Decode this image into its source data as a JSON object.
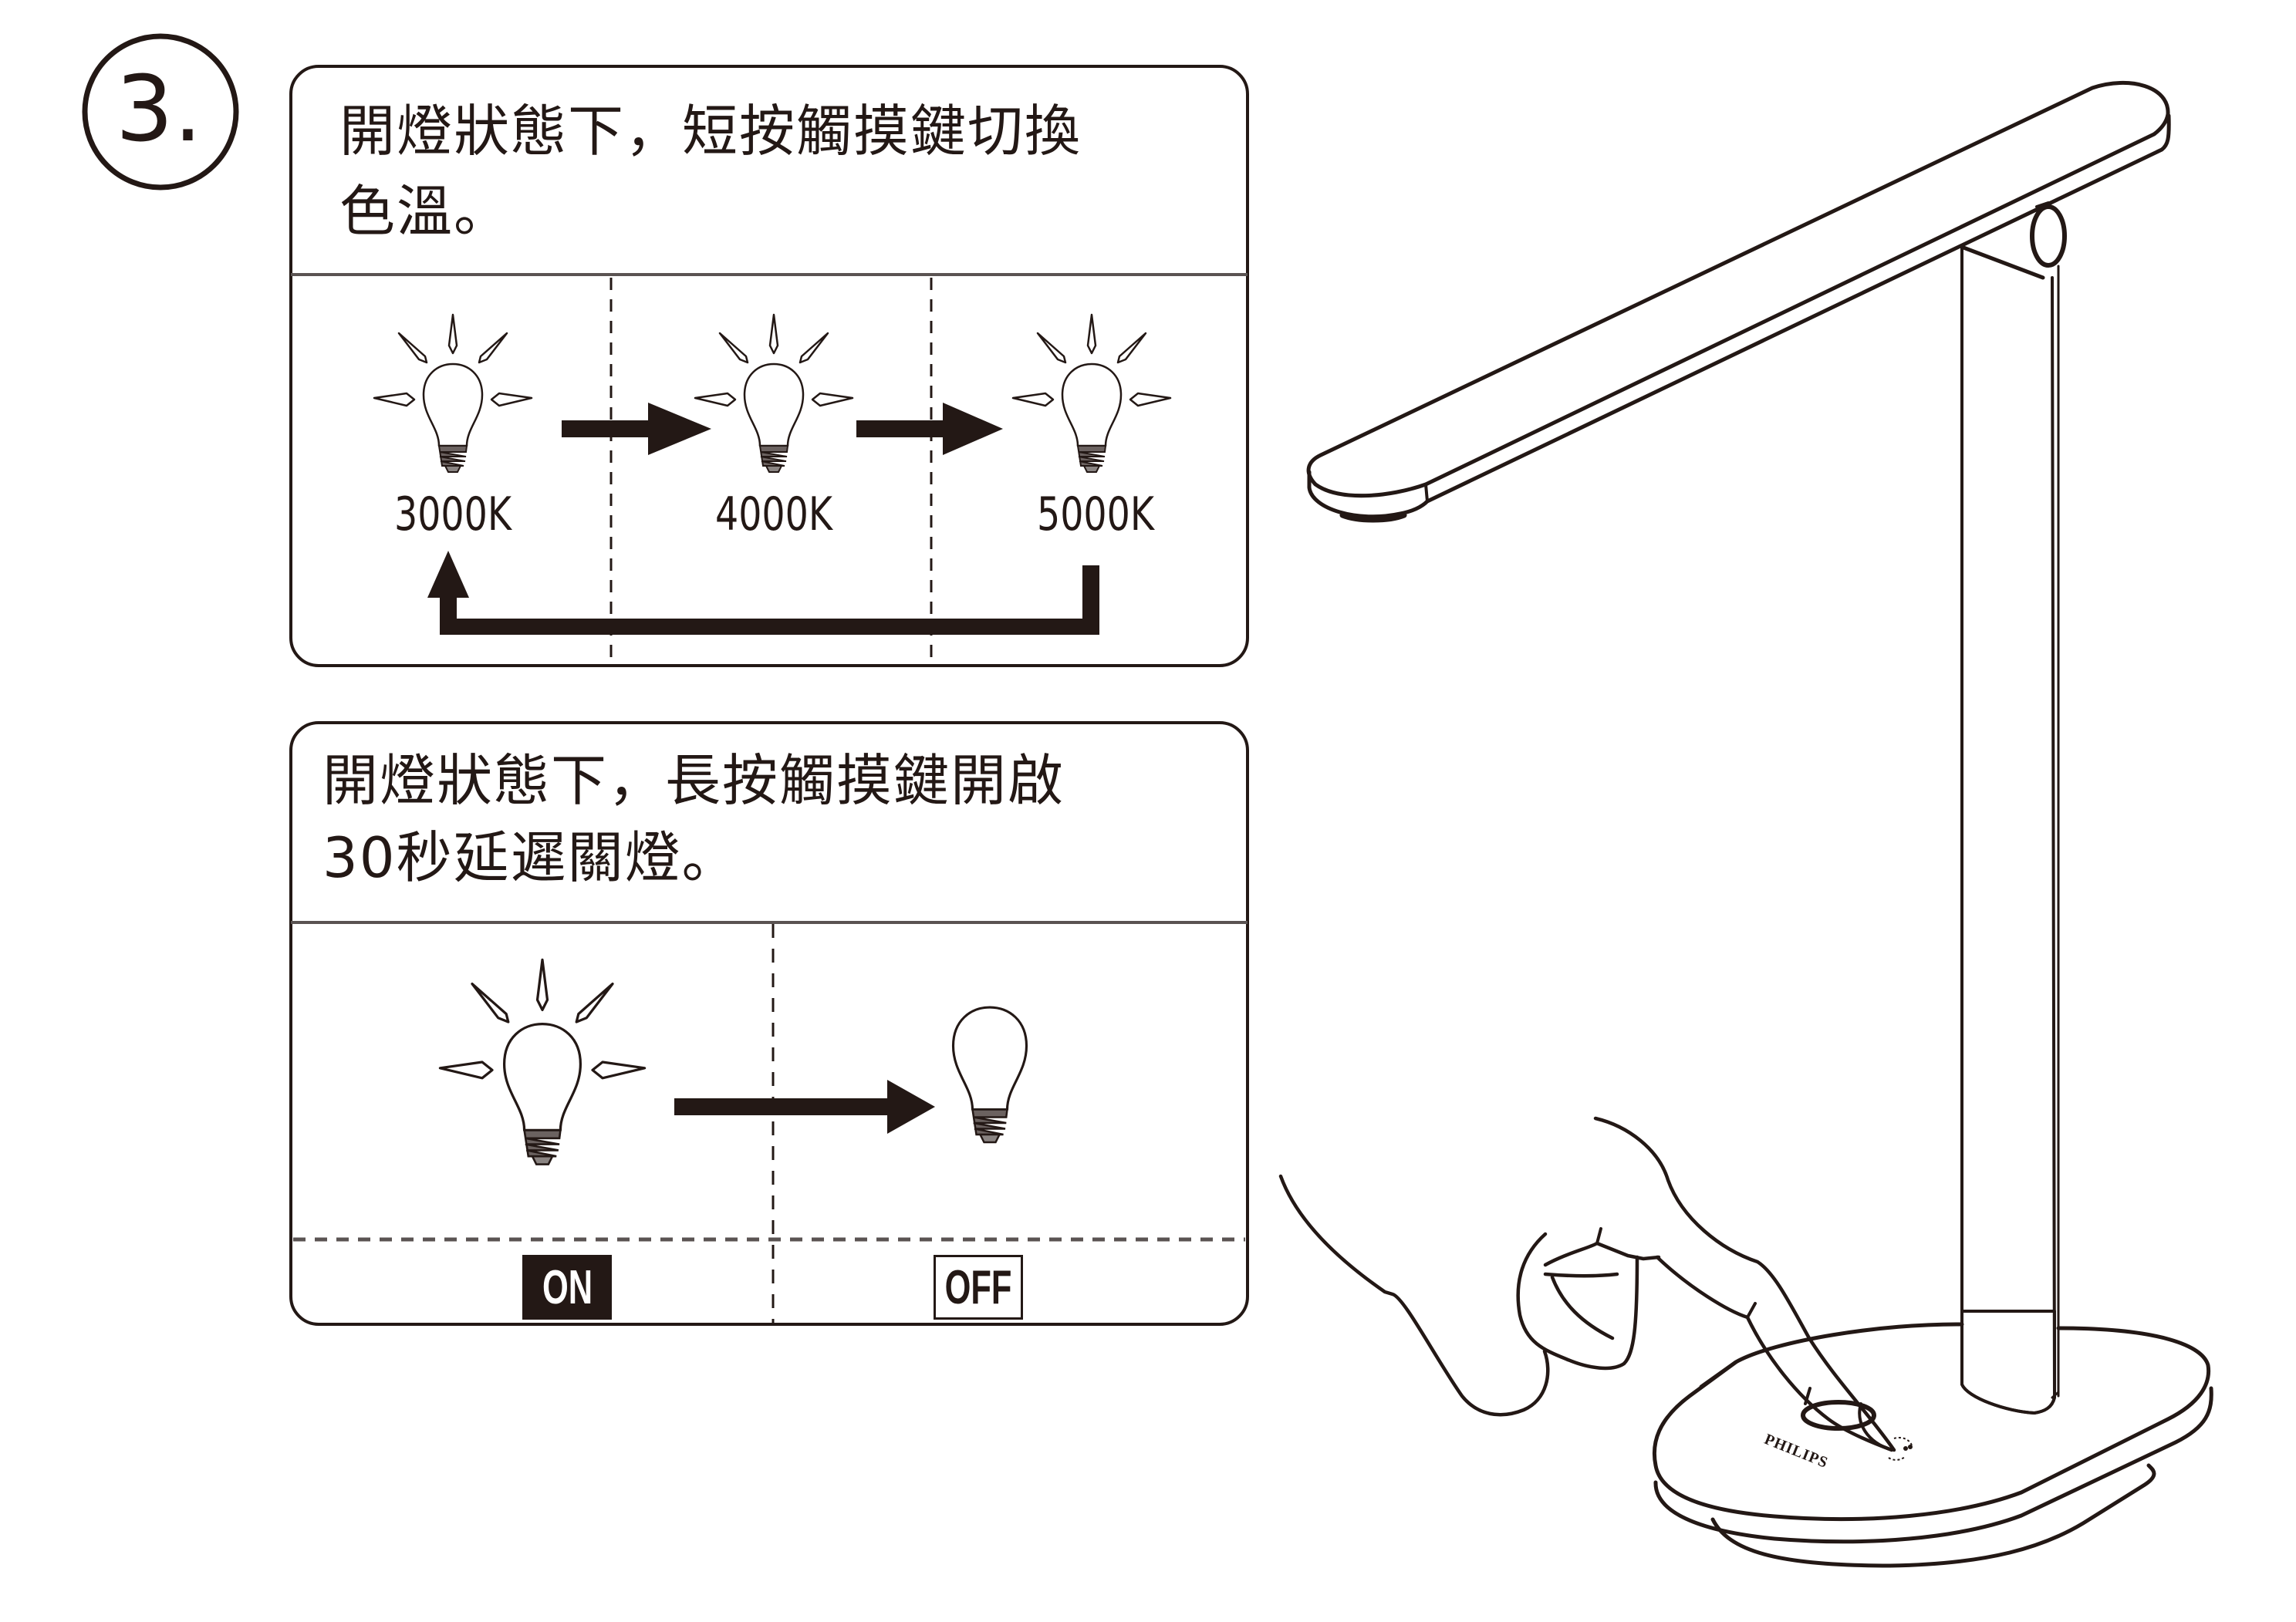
{
  "step": {
    "number": "3."
  },
  "panel_short_press": {
    "instruction_line1": "開燈狀態下，短按觸摸鍵切換",
    "instruction_line2": "色溫。",
    "temperatures": [
      {
        "label": "3000K",
        "state": "on"
      },
      {
        "label": "4000K",
        "state": "on"
      },
      {
        "label": "5000K",
        "state": "on"
      }
    ],
    "cycle": "3000K → 4000K → 5000K → 3000K"
  },
  "panel_long_press": {
    "instruction_line1": "開燈狀態下，長按觸摸鍵開啟",
    "instruction_line2": "30秒延遲關燈。",
    "from_state": {
      "label": "ON",
      "bulb": "lit"
    },
    "to_state": {
      "label": "OFF",
      "bulb": "unlit"
    }
  },
  "illustration": {
    "subject": "desk lamp with hand pressing touch key on base",
    "brand_text": "PHILIPS",
    "icons": [
      "light-bulb-lit-icon",
      "light-bulb-off-icon",
      "arrow-right-icon",
      "loop-arrow-icon",
      "touch-indicator-icon"
    ]
  },
  "colors": {
    "ink": "#231815",
    "background": "#ffffff"
  }
}
